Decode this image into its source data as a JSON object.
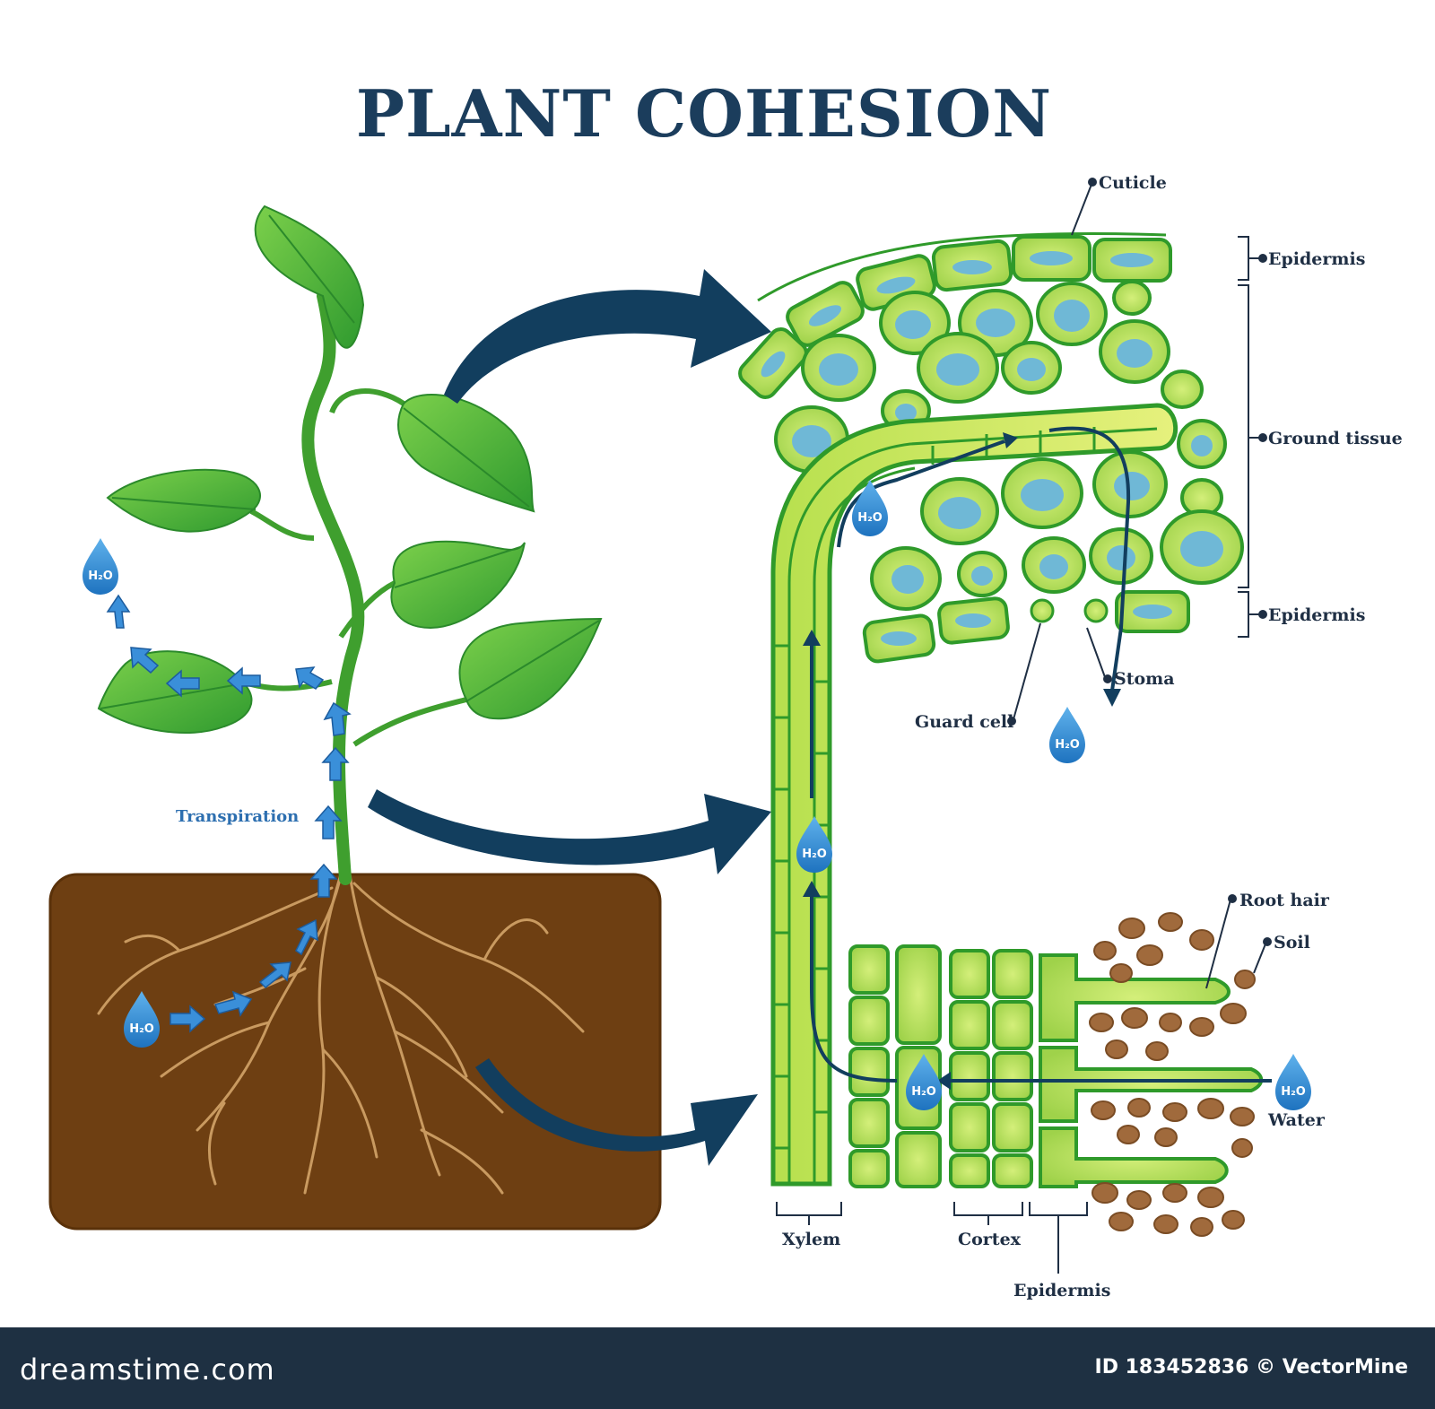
{
  "title": "PLANT COHESION",
  "labels": {
    "transpiration": "Transpiration",
    "cuticle": "Cuticle",
    "epidermis_top": "Epidermis",
    "ground_tissue": "Ground tissue",
    "epidermis_bottom": "Epidermis",
    "stoma": "Stoma",
    "guard_cell": "Guard cell",
    "root_hair": "Root hair",
    "soil": "Soil",
    "water": "Water",
    "xylem": "Xylem",
    "cortex": "Cortex",
    "epidermis_root": "Epidermis"
  },
  "drop_label": "H₂O",
  "footer": {
    "brand": "dreamstime.com",
    "credit": "ID 183452836 © VectorMine"
  },
  "colors": {
    "title": "#1b3d5c",
    "arrow_dark": "#123e5e",
    "leaf_green": "#3fa535",
    "cell_green": "#a6d94a",
    "cell_outline": "#2f9a2a",
    "vacuole": "#6fb8d6",
    "soil": "#6e3f12",
    "drop_blue": "#2e86cf",
    "footer": "#1e3042"
  }
}
